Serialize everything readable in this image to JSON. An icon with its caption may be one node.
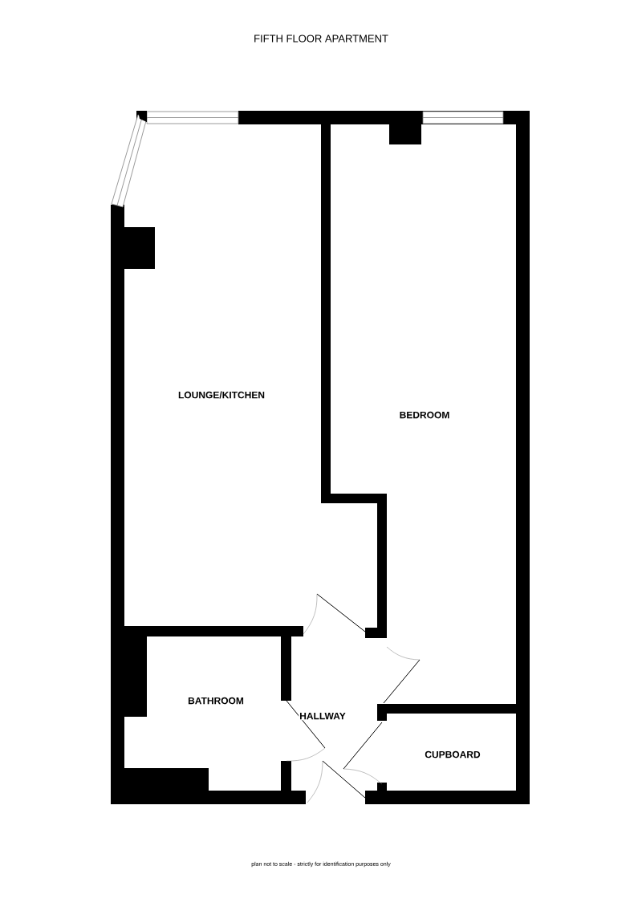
{
  "diagram": {
    "title": "FIFTH FLOOR APARTMENT",
    "caption": "plan not to scale - strictly for identification purposes only",
    "nodes": [
      {
        "text": [
          "LOUNGE/KITCHEN"
        ]
      },
      {
        "text": [
          "BEDROOM"
        ]
      },
      {
        "text": [
          "BATHROOM"
        ]
      },
      {
        "text": [
          "HALLWAY"
        ]
      },
      {
        "text": [
          "CUPBOARD"
        ]
      }
    ]
  }
}
